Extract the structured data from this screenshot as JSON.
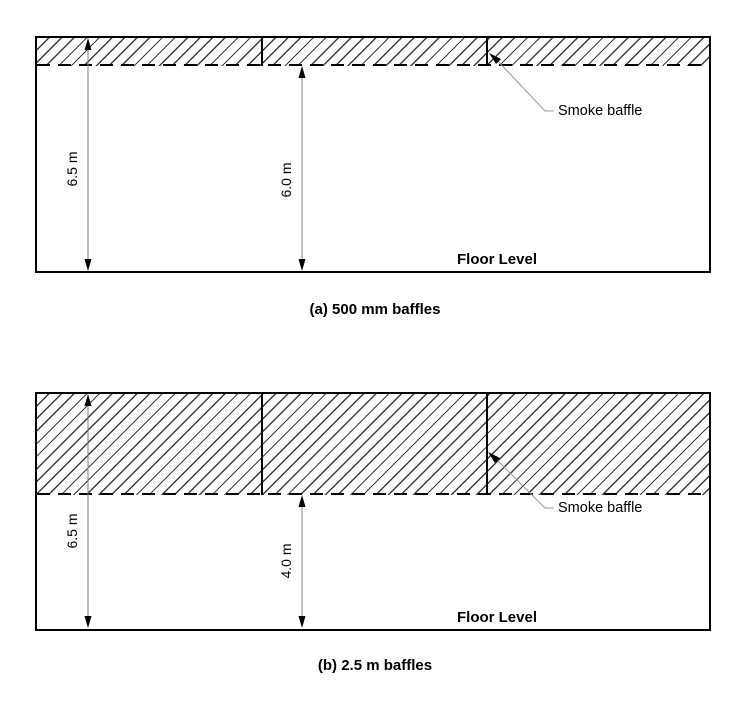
{
  "figure": {
    "background": "#ffffff",
    "colors": {
      "outline": "#000000",
      "hatch_line": "#3c3c3c",
      "dimension_line": "#808080",
      "leader_line": "#999999"
    },
    "panels": [
      {
        "caption": "(a) 500 mm baffles",
        "overall_height": "6.5 m",
        "clear_height": "6.0 m",
        "floor_label": "Floor Level",
        "baffle_label": "Smoke baffle"
      },
      {
        "caption": "(b) 2.5 m baffles",
        "overall_height": "6.5 m",
        "clear_height": "4.0 m",
        "floor_label": "Floor Level",
        "baffle_label": "Smoke baffle"
      }
    ]
  }
}
